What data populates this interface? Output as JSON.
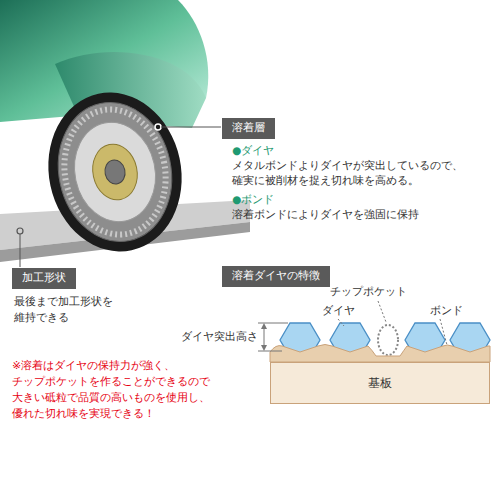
{
  "diagram": {
    "nodes": [
      {
        "text": [
          "溶着層"
        ]
      },
      {
        "text": [
          "加工形状"
        ]
      },
      {
        "text": [
          "溶着ダイヤの特徴"
        ]
      },
      {
        "text": [
          "基板"
        ]
      }
    ],
    "labels": [
      "●ダイヤ",
      "メタルボンドよりダイヤが突出しているので、 確実に被削材を捉え切れ味を高める。",
      "●ボンド",
      "溶着ボンドによりダイヤを強固に保持",
      "最後まで加工形状を 維持できる",
      "※溶着はダイヤの保持力が強く、 チップポケットを作ることができるので 大きい砥粒で品質の高いものを使用し、 優れた切れ味を実現できる！",
      "チップポケット",
      "ダイヤ",
      "ボンド",
      "ダイヤ突出高さ"
    ]
  }
}
